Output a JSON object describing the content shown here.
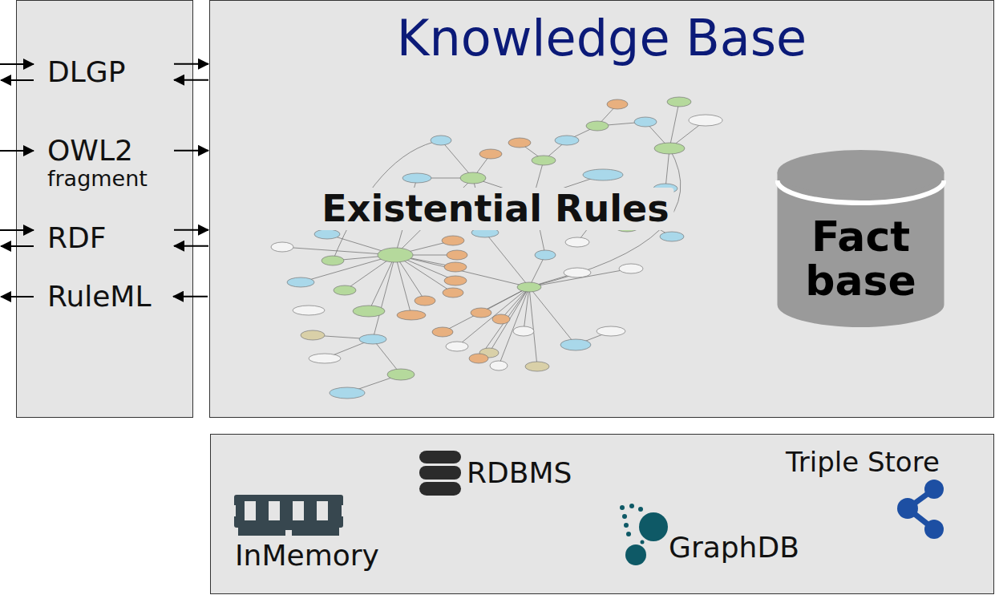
{
  "diagram": {
    "nodes": [
      {
        "text": [
          "DLGP"
        ]
      },
      {
        "text": [
          "OWL2",
          "fragment"
        ]
      },
      {
        "text": [
          "RDF"
        ]
      },
      {
        "text": [
          "RuleML"
        ]
      },
      {
        "text": [
          "Knowledge Base"
        ]
      },
      {
        "text": [
          "Fact base"
        ],
        "in": 4
      }
    ],
    "edges": [
      {
        "from": 0,
        "to": 4,
        "arrow": "both"
      },
      {
        "from": 1,
        "to": 4,
        "arrow": "to"
      },
      {
        "from": 2,
        "to": 4,
        "arrow": "both"
      },
      {
        "from": 4,
        "to": 3,
        "arrow": "to"
      }
    ],
    "labels": [
      "Existential Rules",
      "InMemory",
      "RDBMS",
      "GraphDB",
      "Triple Store"
    ]
  }
}
